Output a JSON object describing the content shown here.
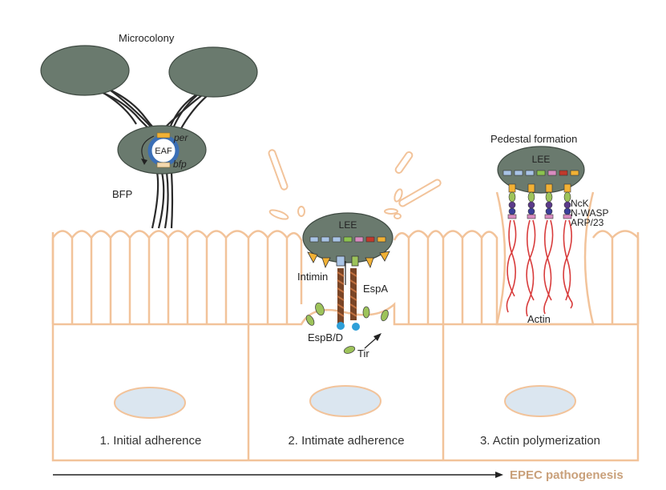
{
  "labels": {
    "microcolony": "Microcolony",
    "eaf": "EAF",
    "per": "per",
    "bfp_gene": "bfp",
    "bfp": "BFP",
    "lee_2": "LEE",
    "lee_3": "LEE",
    "intimin": "Intimin",
    "espa": "EspA",
    "espbd": "EspB/D",
    "tir": "Tir",
    "pedestal": "Pedestal formation",
    "nck": "NcK",
    "nwasp": "N-WASP",
    "arp": "ARP/23",
    "actin": "Actin"
  },
  "stages": [
    {
      "label": "1. Initial adherence"
    },
    {
      "label": "2. Intimate adherence"
    },
    {
      "label": "3. Actin polymerization"
    }
  ],
  "footer": {
    "title": "EPEC pathogenesis"
  },
  "colors": {
    "bacterium": "#6a7a6e",
    "cell_outline": "#f2c39a",
    "nucleus": "#dbe6f0",
    "espa_green": "#9dc35a",
    "actin_red": "#d83c3c",
    "arrow_title": "#c9a07a"
  },
  "lee_genes": [
    "#a9c4e6",
    "#a9c4e6",
    "#a9c4e6",
    "#8cc34f",
    "#d98cc0",
    "#c0392b",
    "#f2b134"
  ]
}
